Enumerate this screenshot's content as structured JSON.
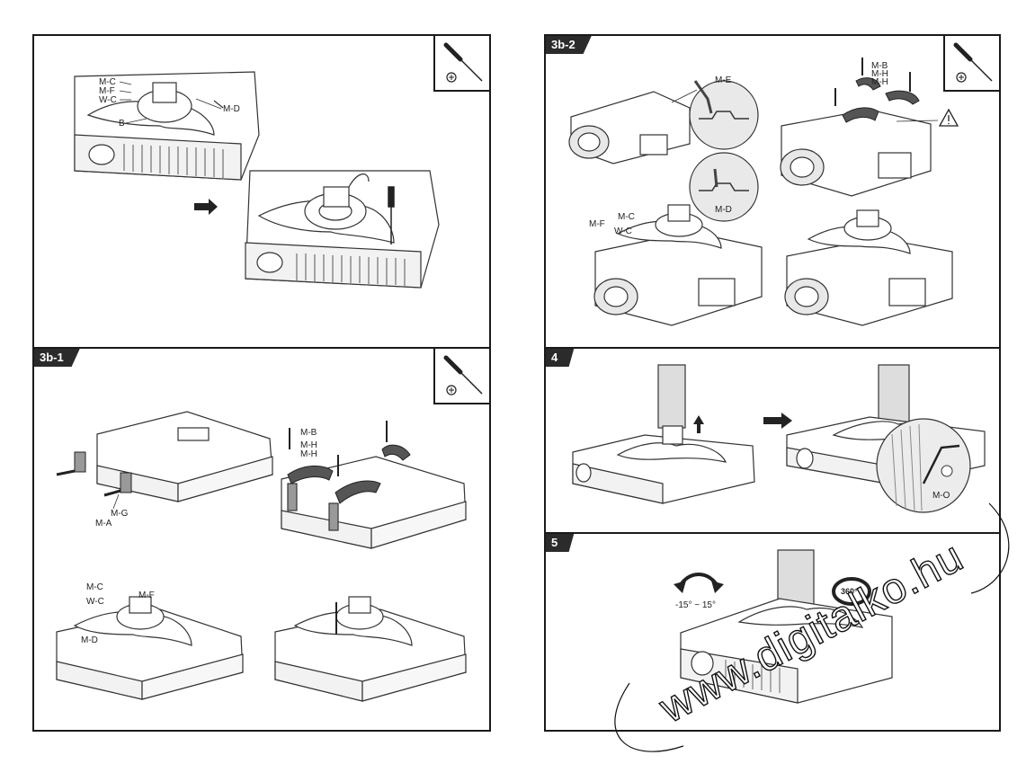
{
  "panels": {
    "p1": {
      "labels": {
        "mc": "M-C",
        "mf": "M-F",
        "wc": "W-C",
        "b": "B",
        "md": "M-D"
      }
    },
    "p3b1": {
      "tag": "3b-1",
      "labels": {
        "ma": "M-A",
        "mg": "M-G",
        "mb": "M-B",
        "mh1": "M-H",
        "mh2": "M-H",
        "mc": "M-C",
        "mf": "M-F",
        "wc": "W-C",
        "md": "M-D"
      }
    },
    "p3b2": {
      "tag": "3b-2",
      "labels": {
        "me": "M-E",
        "mb": "M-B",
        "mh1": "M-H",
        "mh2": "M-H",
        "mc": "M-C",
        "mf": "M-F",
        "wc": "W-C",
        "md": "M-D"
      }
    },
    "p4": {
      "tag": "4",
      "labels": {
        "mo": "M-O"
      }
    },
    "p5": {
      "tag": "5",
      "labels": {
        "tilt": "-15° ~ 15°",
        "rotate": "360°"
      }
    }
  },
  "watermark": "www.digitalko.hu"
}
